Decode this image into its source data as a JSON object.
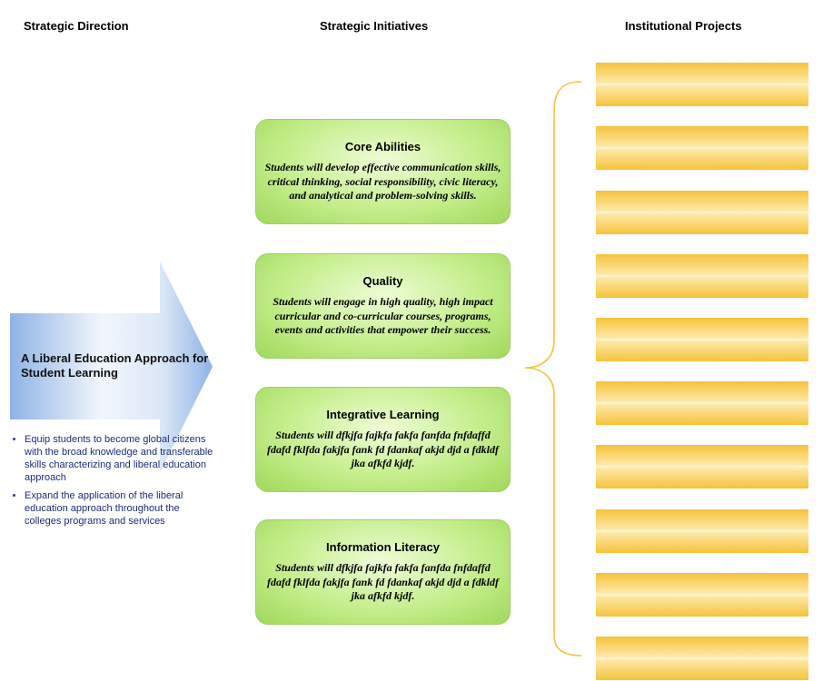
{
  "headers": {
    "direction": "Strategic Direction",
    "initiatives": "Strategic Initiatives",
    "projects": "Institutional Projects"
  },
  "direction": {
    "title": "A Liberal Education Approach for Student Learning",
    "bullets": [
      "Equip students to become global citizens with the broad knowledge and transferable skills characterizing and liberal education approach",
      "Expand the application of the liberal education approach throughout the colleges programs and services"
    ]
  },
  "initiatives": [
    {
      "title": "Core Abilities",
      "description": "Students will develop effective communication skills, critical thinking, social responsibility, civic literacy, and analytical and problem-solving skills."
    },
    {
      "title": "Quality",
      "description": "Students will engage in high quality, high impact curricular and co-curricular courses, programs, events and activities that empower their success."
    },
    {
      "title": "Integrative Learning",
      "description": "Students will dfkjfa fajkfa fakfa fanfda fnfdaffd fdafd fklfda fakjfa fank fd fdankaf akjd djd a fdkldf jka afkfd kjdf."
    },
    {
      "title": "Information Literacy",
      "description": "Students will dfkjfa fajkfa fakfa fanfda fnfdaffd fdafd fklfda fakjfa fank fd fdankaf akjd djd a fdkldf jka afkfd kjdf."
    }
  ],
  "project_count": 10,
  "colors": {
    "arrow_blue": "#8fb3e6",
    "initiative_green": "#b4e277",
    "project_yellow": "#f6c23c",
    "brace_color": "#f5c242",
    "bullet_text": "#1d2c7a"
  }
}
